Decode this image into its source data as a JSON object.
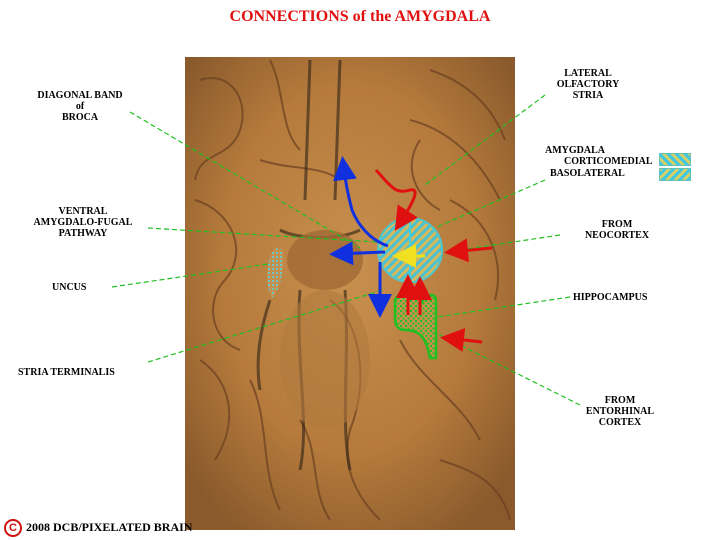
{
  "title": "CONNECTIONS of the AMYGDALA",
  "labels": {
    "diagonal_band": [
      "DIAGONAL BAND",
      "of",
      "BROCA"
    ],
    "lateral_olfactory": [
      "LATERAL",
      "OLFACTORY",
      "STRIA"
    ],
    "amygdala": "AMYGDALA",
    "corticomedial": "CORTICOMEDIAL",
    "basolateral": "BASOLATERAL",
    "ventral_pathway": [
      "VENTRAL",
      "AMYGDALO-FUGAL",
      "PATHWAY"
    ],
    "from_neocortex": [
      "FROM",
      "NEOCORTEX"
    ],
    "uncus": "UNCUS",
    "hippocampus": "HIPPOCAMPUS",
    "stria_terminalis": "STRIA TERMINALIS",
    "from_entorhinal": [
      "FROM",
      "ENTORHINAL",
      "CORTEX"
    ]
  },
  "footer": {
    "copyright_symbol": "C",
    "text": "2008  DCB/PIXELATED BRAIN"
  },
  "colors": {
    "title": "#e01010",
    "leader_lines": "#20c020",
    "afferent_arrows": "#e01010",
    "efferent_arrows": "#1030e0",
    "amygdala_outline": "#40d0e0",
    "hippocampus": "#20c020",
    "internal_arrow": "#f0e020"
  }
}
